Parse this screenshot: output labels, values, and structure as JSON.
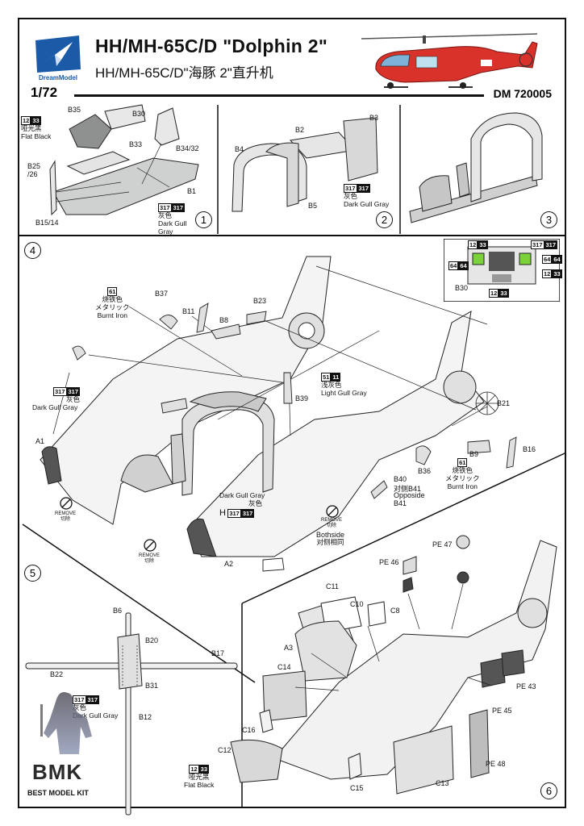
{
  "header": {
    "brand": "DreamModel",
    "title": "HH/MH-65C/D ʺDolphin 2ʺ",
    "subtitle": "HH/MH-65C/D\"海豚 2\"直升机",
    "scale": "1/72",
    "product_code": "DM 720005"
  },
  "colors": {
    "brand": "#1a5aa6",
    "heli_red": "#d8322a",
    "gray_fill": "#cfd0d0",
    "ink": "#111111"
  },
  "steps": [
    "1",
    "2",
    "3",
    "4",
    "5",
    "6"
  ],
  "step1": {
    "parts": [
      "B35",
      "B30",
      "B33",
      "B34/32",
      "B25",
      "/26",
      "B15/14",
      "B1"
    ],
    "paint_top": {
      "code": "12",
      "code2": "33",
      "cn": "哑光黑",
      "en": "Flat Black"
    },
    "paint_bottom": {
      "code": "317",
      "code2": "317",
      "cn": "灰色",
      "en1": "Dark Gull",
      "en2": "Gray"
    }
  },
  "step2": {
    "parts": [
      "B2",
      "B3",
      "B4",
      "B5"
    ],
    "paint": {
      "code": "317",
      "code2": "317",
      "cn": "灰色",
      "en": "Dark Gull Gray"
    }
  },
  "step4": {
    "parts": [
      "B37",
      "B11",
      "B8",
      "B23",
      "B39",
      "B21",
      "B16",
      "B9",
      "B36",
      "B40",
      "B41",
      "A1",
      "A2"
    ],
    "paint_iron_top": {
      "code": "61",
      "cn": "烧铁色",
      "cn2": "メタリック",
      "en": "Burnt Iron"
    },
    "paint_iron_right": {
      "code": "61",
      "cn": "烧铁色",
      "cn2": "メタリック",
      "en": "Burnt Iron"
    },
    "paint_light_gull": {
      "code": "51",
      "code2": "11",
      "cn": "浅灰色",
      "en": "Light Gull Gray"
    },
    "paint_dark_gull": {
      "code": "317",
      "code2": "317",
      "cn": "灰色",
      "en": "Dark Gull Gray"
    },
    "paint_dark_gull_h": {
      "prefix": "H",
      "code": "317",
      "code2": "317",
      "en": "Dark Gull Gray",
      "cn": "灰色"
    },
    "opposite": {
      "line1": "对侧B41",
      "line2": "Opposide",
      "line3": "B41"
    },
    "bothside": {
      "en": "Bothside",
      "cn": "对侧相同"
    },
    "remove": {
      "en": "REMOVE",
      "cn": "切除"
    },
    "panel": {
      "part": "B30",
      "codes": [
        "12",
        "33",
        "317",
        "317",
        "64",
        "64",
        "64",
        "64",
        "12",
        "33",
        "12",
        "33"
      ]
    }
  },
  "step5": {
    "parts": [
      "B6",
      "B20",
      "B17",
      "B22",
      "B31",
      "B12"
    ],
    "paint": {
      "code": "317",
      "code2": "317",
      "cn": "灰色",
      "en": "Dark Gull Gray"
    }
  },
  "step6": {
    "parts": [
      "PE 47",
      "PE 46",
      "C11",
      "C10",
      "C8",
      "A3",
      "C14",
      "PE 43",
      "PE 45",
      "C16",
      "C12",
      "C15",
      "C13",
      "PE 48"
    ],
    "paint": {
      "code": "12",
      "code2": "33",
      "cn": "哑光黑",
      "en": "Flat Black"
    }
  },
  "watermark": {
    "big": "BMK",
    "small": "BEST MODEL KIT"
  }
}
